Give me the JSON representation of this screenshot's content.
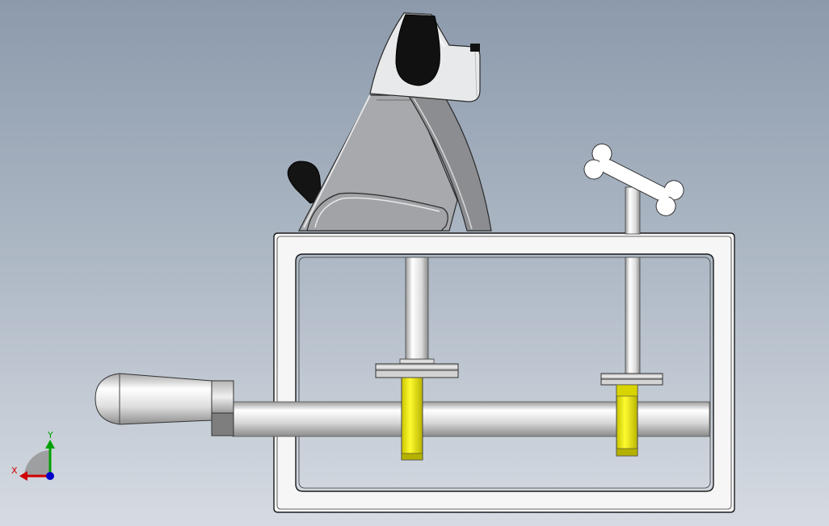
{
  "viewport": {
    "background_top": "#8c9aac",
    "background_bottom": "#d6dbe2"
  },
  "model": {
    "components": [
      "dog-figure",
      "bone",
      "frame-box",
      "crankshaft",
      "crank-handle",
      "left-cam",
      "right-cam",
      "left-follower-rod",
      "right-follower-rod"
    ],
    "colors": {
      "cam": "#e6e200",
      "dog_ear": "#111111",
      "dog_body": "#a8aaae",
      "bone": "#ffffff",
      "frame": "#f4f4f4"
    }
  },
  "triad": {
    "x_label": "X",
    "y_label": "Y",
    "x_color": "#d10000",
    "y_color": "#00a000",
    "z_color": "#0000cc"
  }
}
